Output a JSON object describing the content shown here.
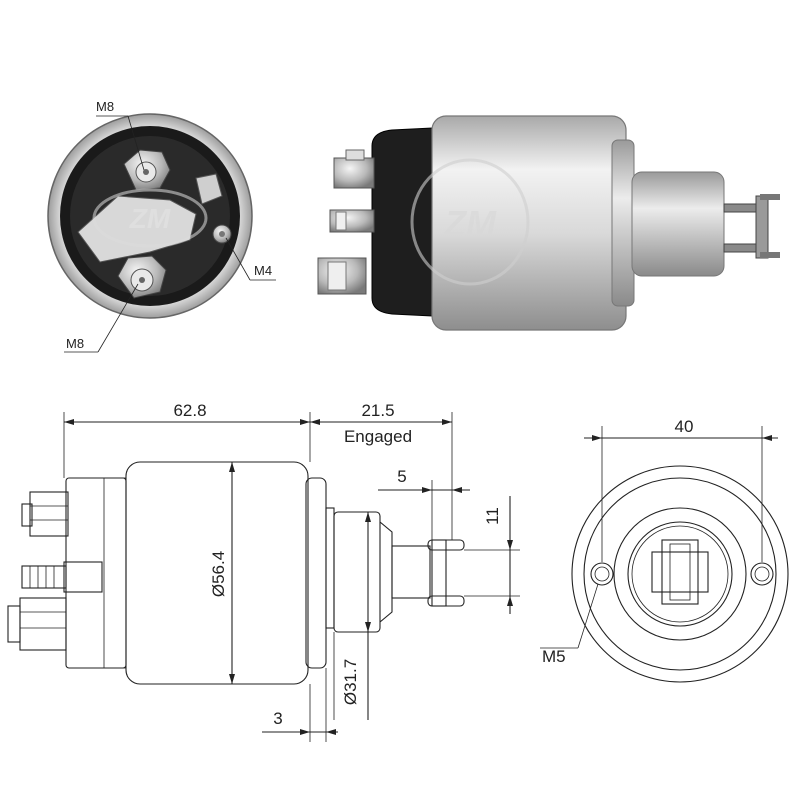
{
  "top_view": {
    "callouts": {
      "m8_top": "M8",
      "m4": "M4",
      "m8_bottom": "M8"
    },
    "logo_text": "ZM"
  },
  "photo_side": {
    "logo_text": "ZM"
  },
  "side_drawing": {
    "dim_body_length": "62.8",
    "dim_stroke": "21.5",
    "dim_stroke_note": "Engaged",
    "dim_fork_thickness": "5",
    "dim_fork_slot": "11",
    "dim_body_diameter": "Ø56.4",
    "dim_neck_diameter": "Ø31.7",
    "dim_flange": "3"
  },
  "front_drawing": {
    "dim_hole_spacing": "40",
    "hole_thread": "M5"
  },
  "colors": {
    "line": "#222222",
    "metal": "#c8c8c8",
    "dark_cap": "#1e1e1e"
  }
}
